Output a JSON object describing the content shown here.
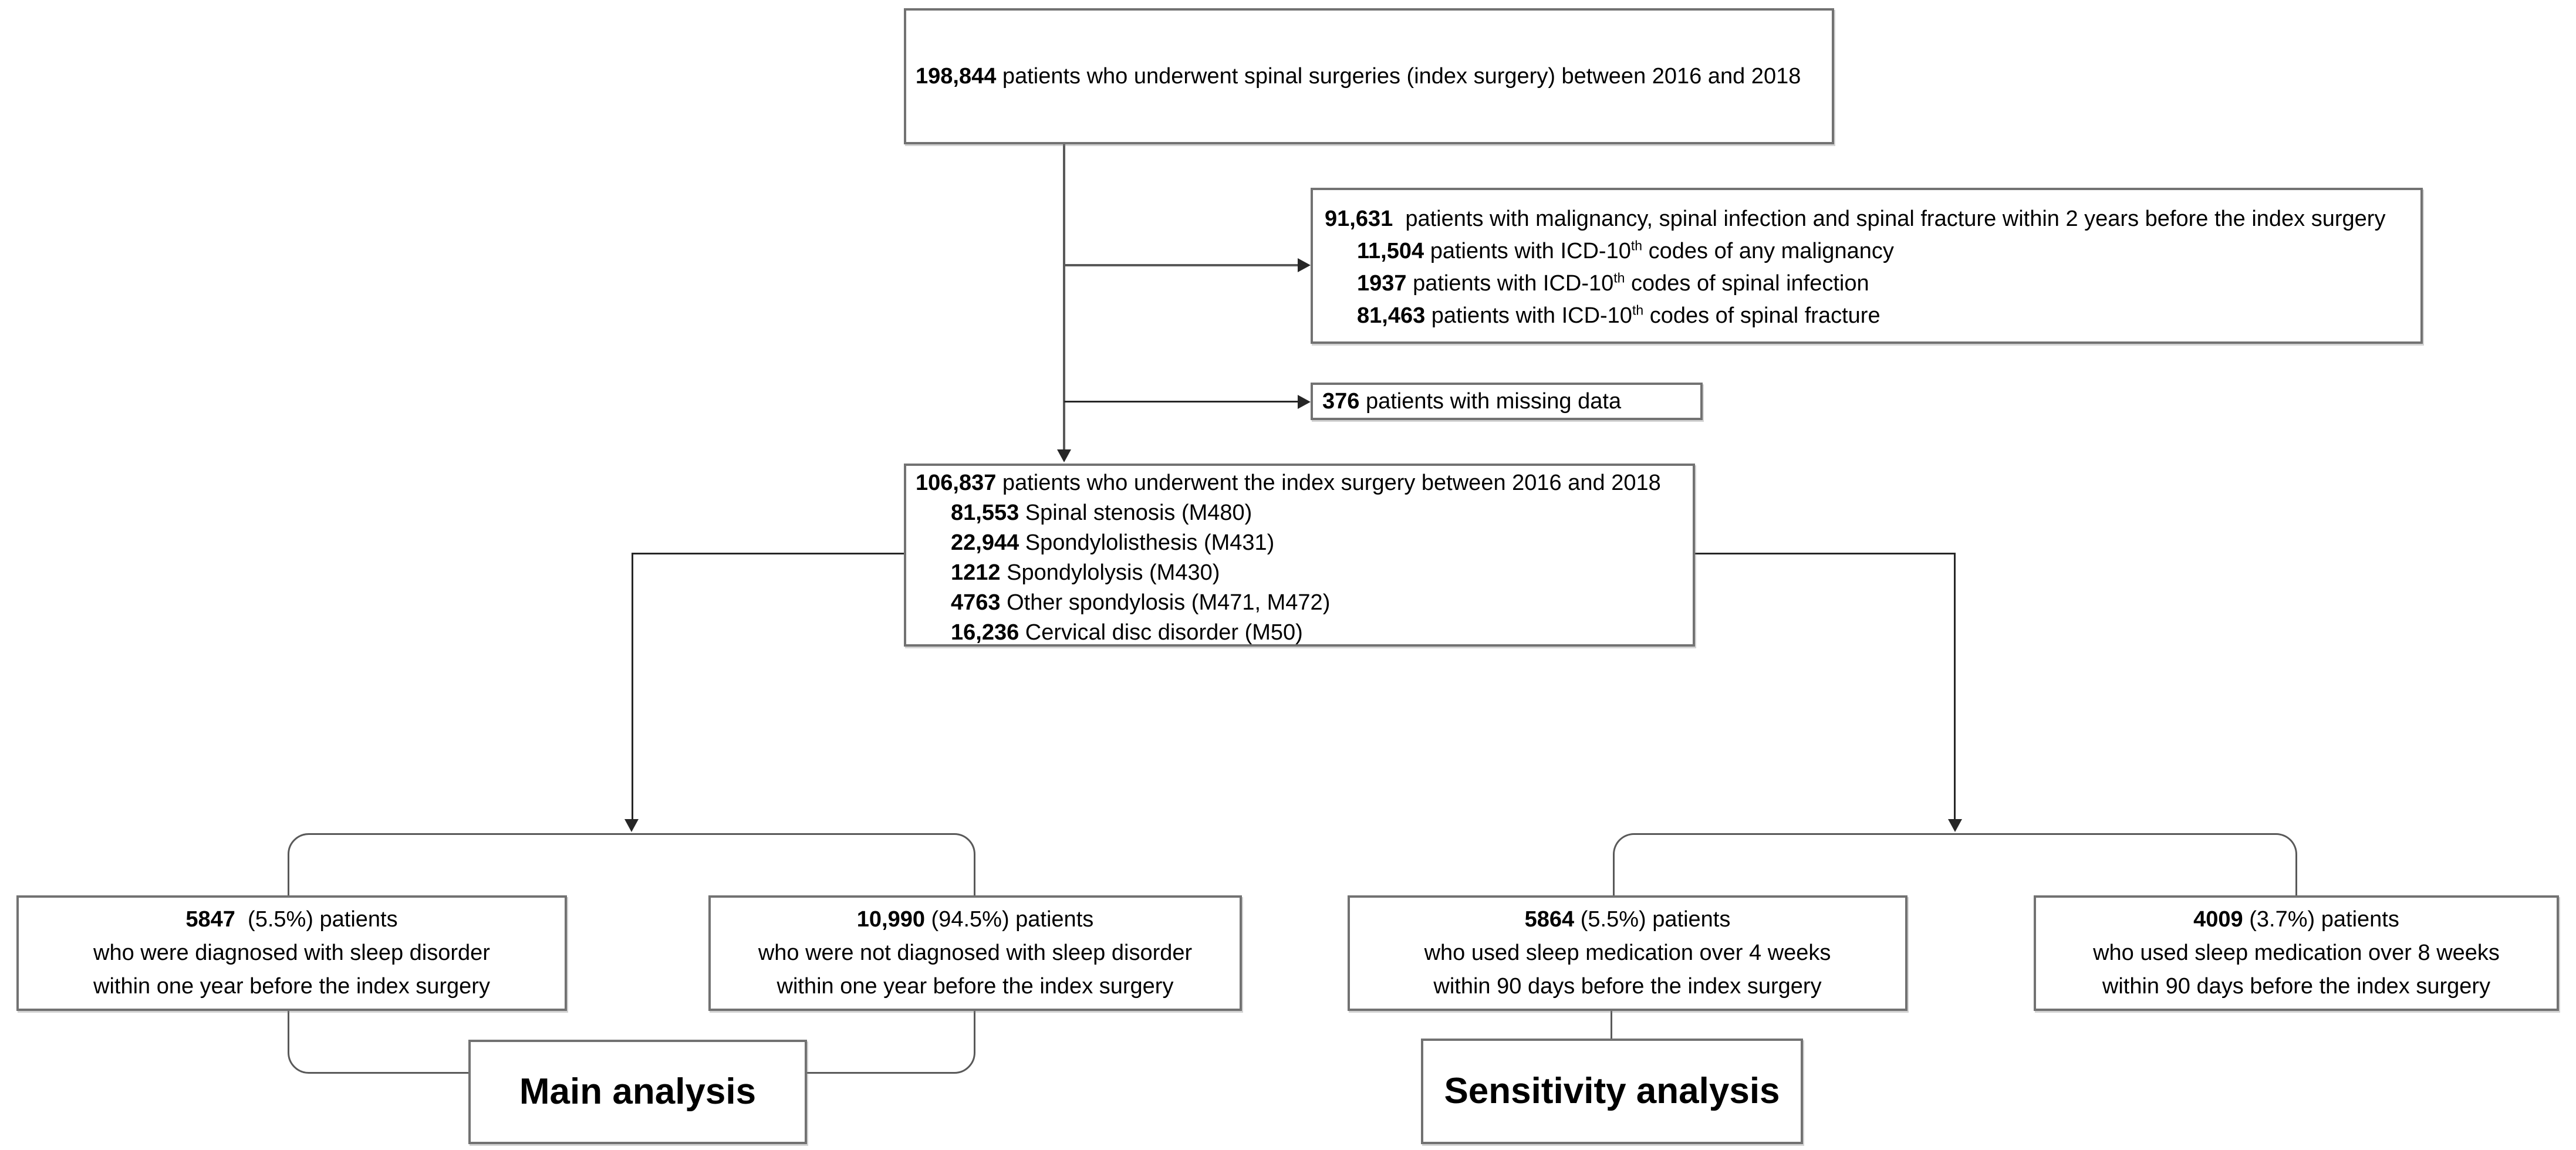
{
  "top_box": {
    "number": "198,844",
    "text": " patients who underwent spinal surgeries (index surgery) between 2016 and 2018"
  },
  "exclusion_box": {
    "lines": [
      {
        "number": "91,631",
        "pre": "  patients with malignancy, spinal infection and spinal fracture within 2 years before the index surgery",
        "sup": "",
        "post": ""
      },
      {
        "number": "11,504",
        "pre": " patients with ICD-10",
        "sup": "th",
        "post": " codes of any malignancy"
      },
      {
        "number": "1937",
        "pre": " patients with ICD-10",
        "sup": "th",
        "post": " codes of spinal infection"
      },
      {
        "number": "81,463",
        "pre": " patients with ICD-10",
        "sup": "th",
        "post": " codes of spinal fracture"
      }
    ]
  },
  "missing_box": {
    "number": "376",
    "text": " patients with missing data"
  },
  "index_box": {
    "lines": [
      {
        "number": "106,837",
        "text": " patients who underwent the index surgery between 2016 and 2018"
      },
      {
        "number": "81,553",
        "text": " Spinal stenosis (M480)"
      },
      {
        "number": "22,944",
        "text": " Spondylolisthesis (M431)"
      },
      {
        "number": "1212",
        "text": " Spondylolysis (M430)"
      },
      {
        "number": "4763",
        "text": " Other spondylosis (M471, M472)"
      },
      {
        "number": "16,236",
        "text": " Cervical disc disorder (M50)"
      }
    ]
  },
  "outcome_boxes": [
    {
      "number": "5847",
      "line1_rest": "  (5.5%) patients",
      "line2": "who were diagnosed with sleep disorder",
      "line3": "within one year before the index surgery"
    },
    {
      "number": "10,990",
      "line1_rest": " (94.5%) patients",
      "line2": "who were not diagnosed with sleep disorder",
      "line3": "within one year before the index surgery"
    },
    {
      "number": "5864",
      "line1_rest": " (5.5%) patients",
      "line2": "who used sleep medication over 4 weeks",
      "line3": "within 90 days before the index surgery"
    },
    {
      "number": "4009",
      "line1_rest": " (3.7%) patients",
      "line2": "who used sleep medication over 8 weeks",
      "line3": "within 90 days before the index surgery"
    }
  ],
  "labels": {
    "main": "Main analysis",
    "sensitivity": "Sensitivity analysis"
  },
  "colors": {
    "background": "#ffffff",
    "box_border": "#727272",
    "flow_line": "#595959",
    "connector_line": "#262626",
    "text": "#000000"
  }
}
